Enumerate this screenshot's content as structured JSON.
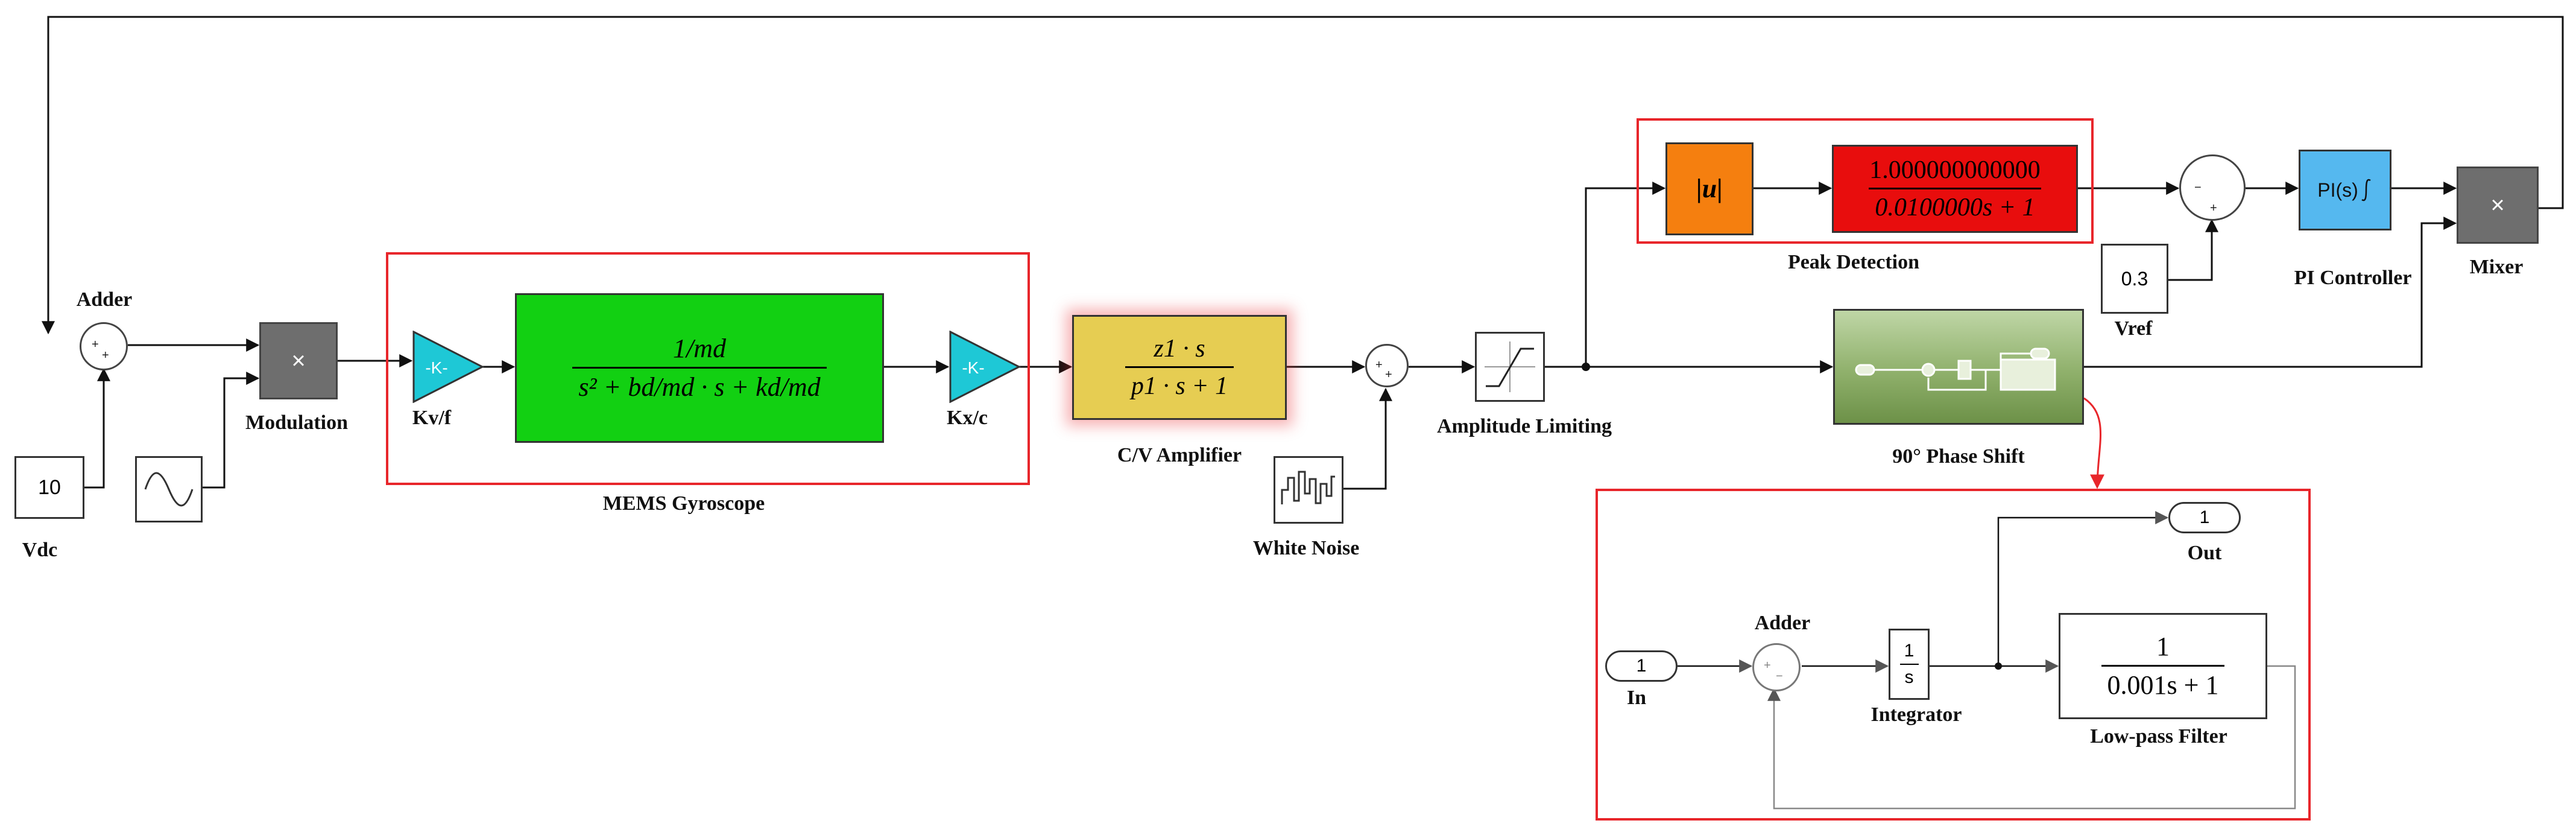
{
  "labels": {
    "adder": "Adder",
    "vdc": "Vdc",
    "modulation": "Modulation",
    "kvf": "Kv/f",
    "mems": "MEMS Gyroscope",
    "kxc": "Kx/c",
    "cv_amp": "C/V Amplifier",
    "white_noise": "White Noise",
    "amp_limit": "Amplitude Limiting",
    "peak": "Peak Detection",
    "phase": "90° Phase Shift",
    "vref": "Vref",
    "pi": "PI Controller",
    "mixer": "Mixer",
    "sub_adder": "Adder",
    "in": "In",
    "integrator": "Integrator",
    "lowpass": "Low-pass Filter",
    "out": "Out"
  },
  "blocks": {
    "vdc_value": "10",
    "mult_symbol": "×",
    "gain_text": "-K-",
    "abs_text": "|u|",
    "vref_value": "0.3",
    "pi_text": "PI(s)",
    "in_port": "1",
    "out_port": "1",
    "integ_num": "1",
    "integ_den": "s"
  },
  "math": {
    "plant_num": "1/md",
    "plant_den": "s² + bd/md · s + kd/md",
    "cv_num": "z1 · s",
    "cv_den": "p1 · s + 1",
    "peak_num": "1.000000000000",
    "peak_den": "0.0100000s + 1",
    "lpf_num": "1",
    "lpf_den": "0.001s + 1"
  },
  "colors": {
    "gain_cyan": "#1ec8d6",
    "plant_green": "#12d012",
    "cv_yellow": "#e6cd52",
    "abs_orange": "#f57f0f",
    "peak_red": "#e80d0d",
    "pi_blue": "#55b8ef",
    "mult_gray": "#6e6e6e",
    "phase_green": "#8fb06b",
    "highlight_red": "#e8262b"
  }
}
